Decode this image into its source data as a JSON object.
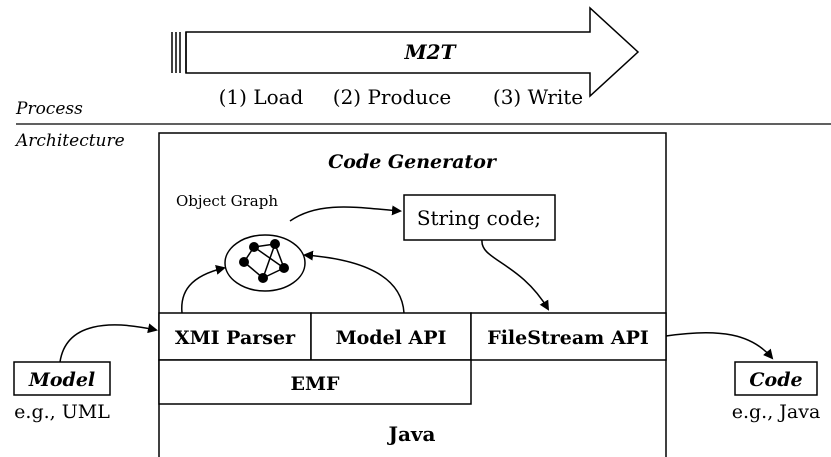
{
  "process": {
    "label": "Process",
    "arrow_title": "M2T",
    "steps": [
      "(1) Load",
      "(2) Produce",
      "(3) Write"
    ]
  },
  "architecture": {
    "label": "Architecture",
    "code_generator_title": "Code Generator",
    "object_graph_label": "Object Graph",
    "string_code_label": "String code;",
    "xmi_parser_label": "XMI Parser",
    "model_api_label": "Model API",
    "filestream_api_label": "FileStream API",
    "emf_label": "EMF",
    "java_label": "Java"
  },
  "inputs": {
    "model_label": "Model",
    "model_example": "e.g., UML"
  },
  "outputs": {
    "code_label": "Code",
    "code_example": "e.g., Java"
  }
}
